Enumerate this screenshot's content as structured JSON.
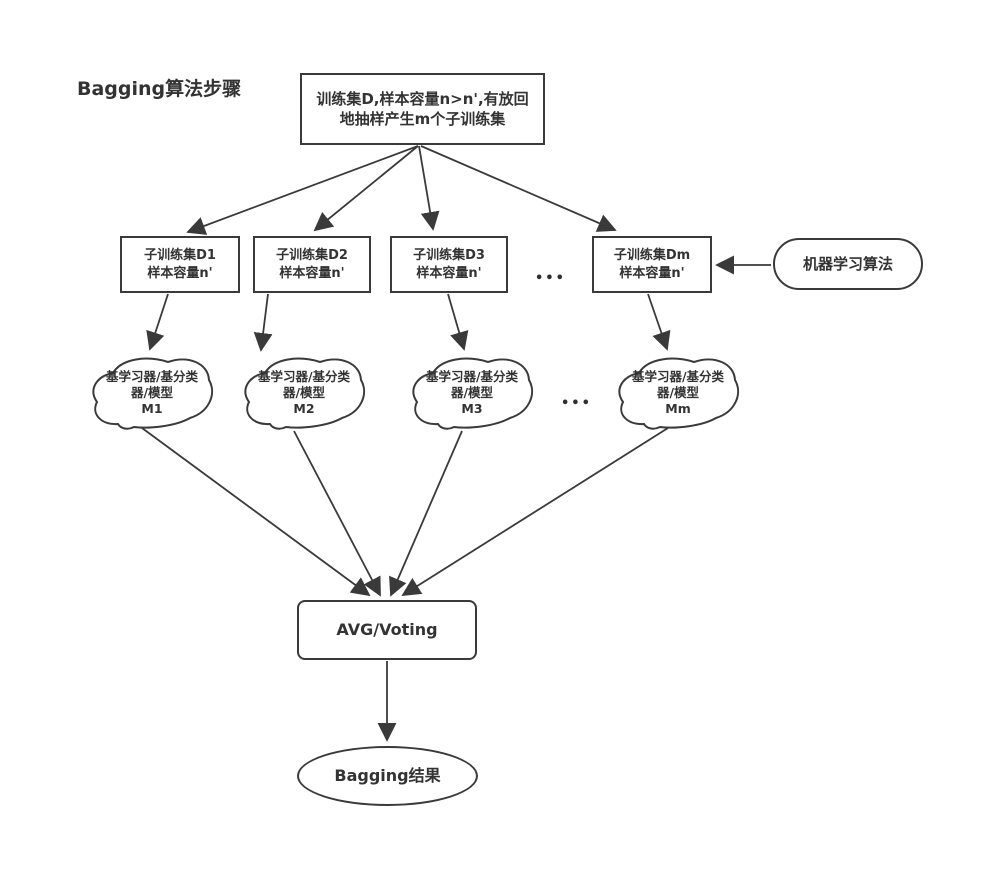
{
  "colors": {
    "background": "#ffffff",
    "stroke": "#3a3a3a",
    "text": "#333333"
  },
  "title": "Bagging算法步骤",
  "nodes": {
    "root": {
      "text": "训练集D,样本容量n>n',有放回\n地抽样产生m个子训练集"
    },
    "subsets": [
      {
        "text": "子训练集D1\n样本容量n'"
      },
      {
        "text": "子训练集D2\n样本容量n'"
      },
      {
        "text": "子训练集D3\n样本容量n'"
      },
      {
        "text": "子训练集Dm\n样本容量n'"
      }
    ],
    "algorithm": {
      "text": "机器学习算法"
    },
    "learners": [
      {
        "label": "基学习器/基分类\n器/模型",
        "model": "M1"
      },
      {
        "label": "基学习器/基分类\n器/模型",
        "model": "M2"
      },
      {
        "label": "基学习器/基分类\n器/模型",
        "model": "M3"
      },
      {
        "label": "基学习器/基分类\n器/模型",
        "model": "Mm"
      }
    ],
    "aggregate": {
      "text": "AVG/Voting"
    },
    "result": {
      "text": "Bagging结果"
    }
  },
  "ellipsis": {
    "subsets_row": "•••",
    "learners_row": "•••"
  }
}
